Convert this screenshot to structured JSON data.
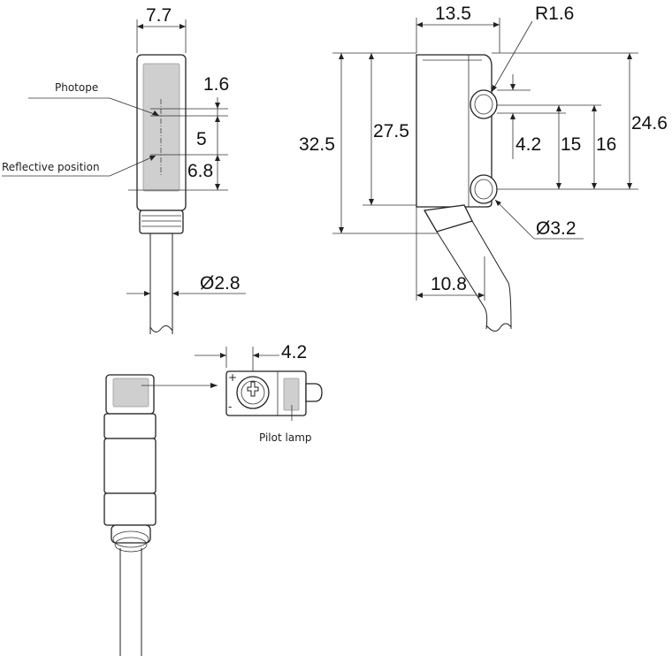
{
  "dimensions": {
    "front_width": "7.7",
    "photope_offset": "1.6",
    "lens_spacing": "5",
    "reflective_offset": "6.8",
    "cable_diameter": "Ø2.8",
    "side_depth": "13.5",
    "corner_radius": "R1.6",
    "total_height": "32.5",
    "body_height": "27.5",
    "hole_offset": "4.2",
    "hole_spacing": "15",
    "hole_to_bottom": "16",
    "top_to_hole": "24.6",
    "hole_diameter": "Ø3.2",
    "cable_offset": "10.8",
    "lamp_offset": "4.2"
  },
  "labels": {
    "photope": "Photope",
    "reflective_position": "Reflective position",
    "pilot_lamp": "Pilot lamp"
  },
  "colors": {
    "line": "#222222",
    "window": "#cfcfcf",
    "background": "#ffffff"
  }
}
